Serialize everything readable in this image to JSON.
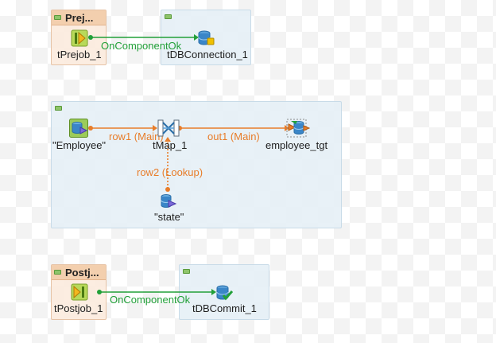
{
  "subjobs": {
    "prejob": {
      "title": "Prej..."
    },
    "postjob": {
      "title": "Postj..."
    }
  },
  "components": {
    "tprejob": {
      "label": "tPrejob_1",
      "icon": "prejob-icon"
    },
    "tdbconnection": {
      "label": "tDBConnection_1",
      "icon": "database-connection-icon"
    },
    "employee": {
      "label": "\"Employee\"",
      "icon": "database-input-icon"
    },
    "tmap": {
      "label": "tMap_1",
      "icon": "tmap-icon"
    },
    "employee_tgt": {
      "label": "employee_tgt",
      "icon": "database-output-icon"
    },
    "state": {
      "label": "\"state\"",
      "icon": "database-input-icon"
    },
    "tpostjob": {
      "label": "tPostjob_1",
      "icon": "postjob-icon"
    },
    "tdbcommit": {
      "label": "tDBCommit_1",
      "icon": "database-commit-icon"
    }
  },
  "links": {
    "pre_trigger": "OnComponentOk",
    "row1": "row1 (Main)",
    "out1": "out1 (Main)",
    "row2": "row2 (Lookup)",
    "post_trigger": "OnComponentOk"
  },
  "colors": {
    "trigger_link": "#22a039",
    "row_link": "#e87d2a",
    "subjob_pre": "#fcecde",
    "subjob_main": "#e4eef6"
  }
}
